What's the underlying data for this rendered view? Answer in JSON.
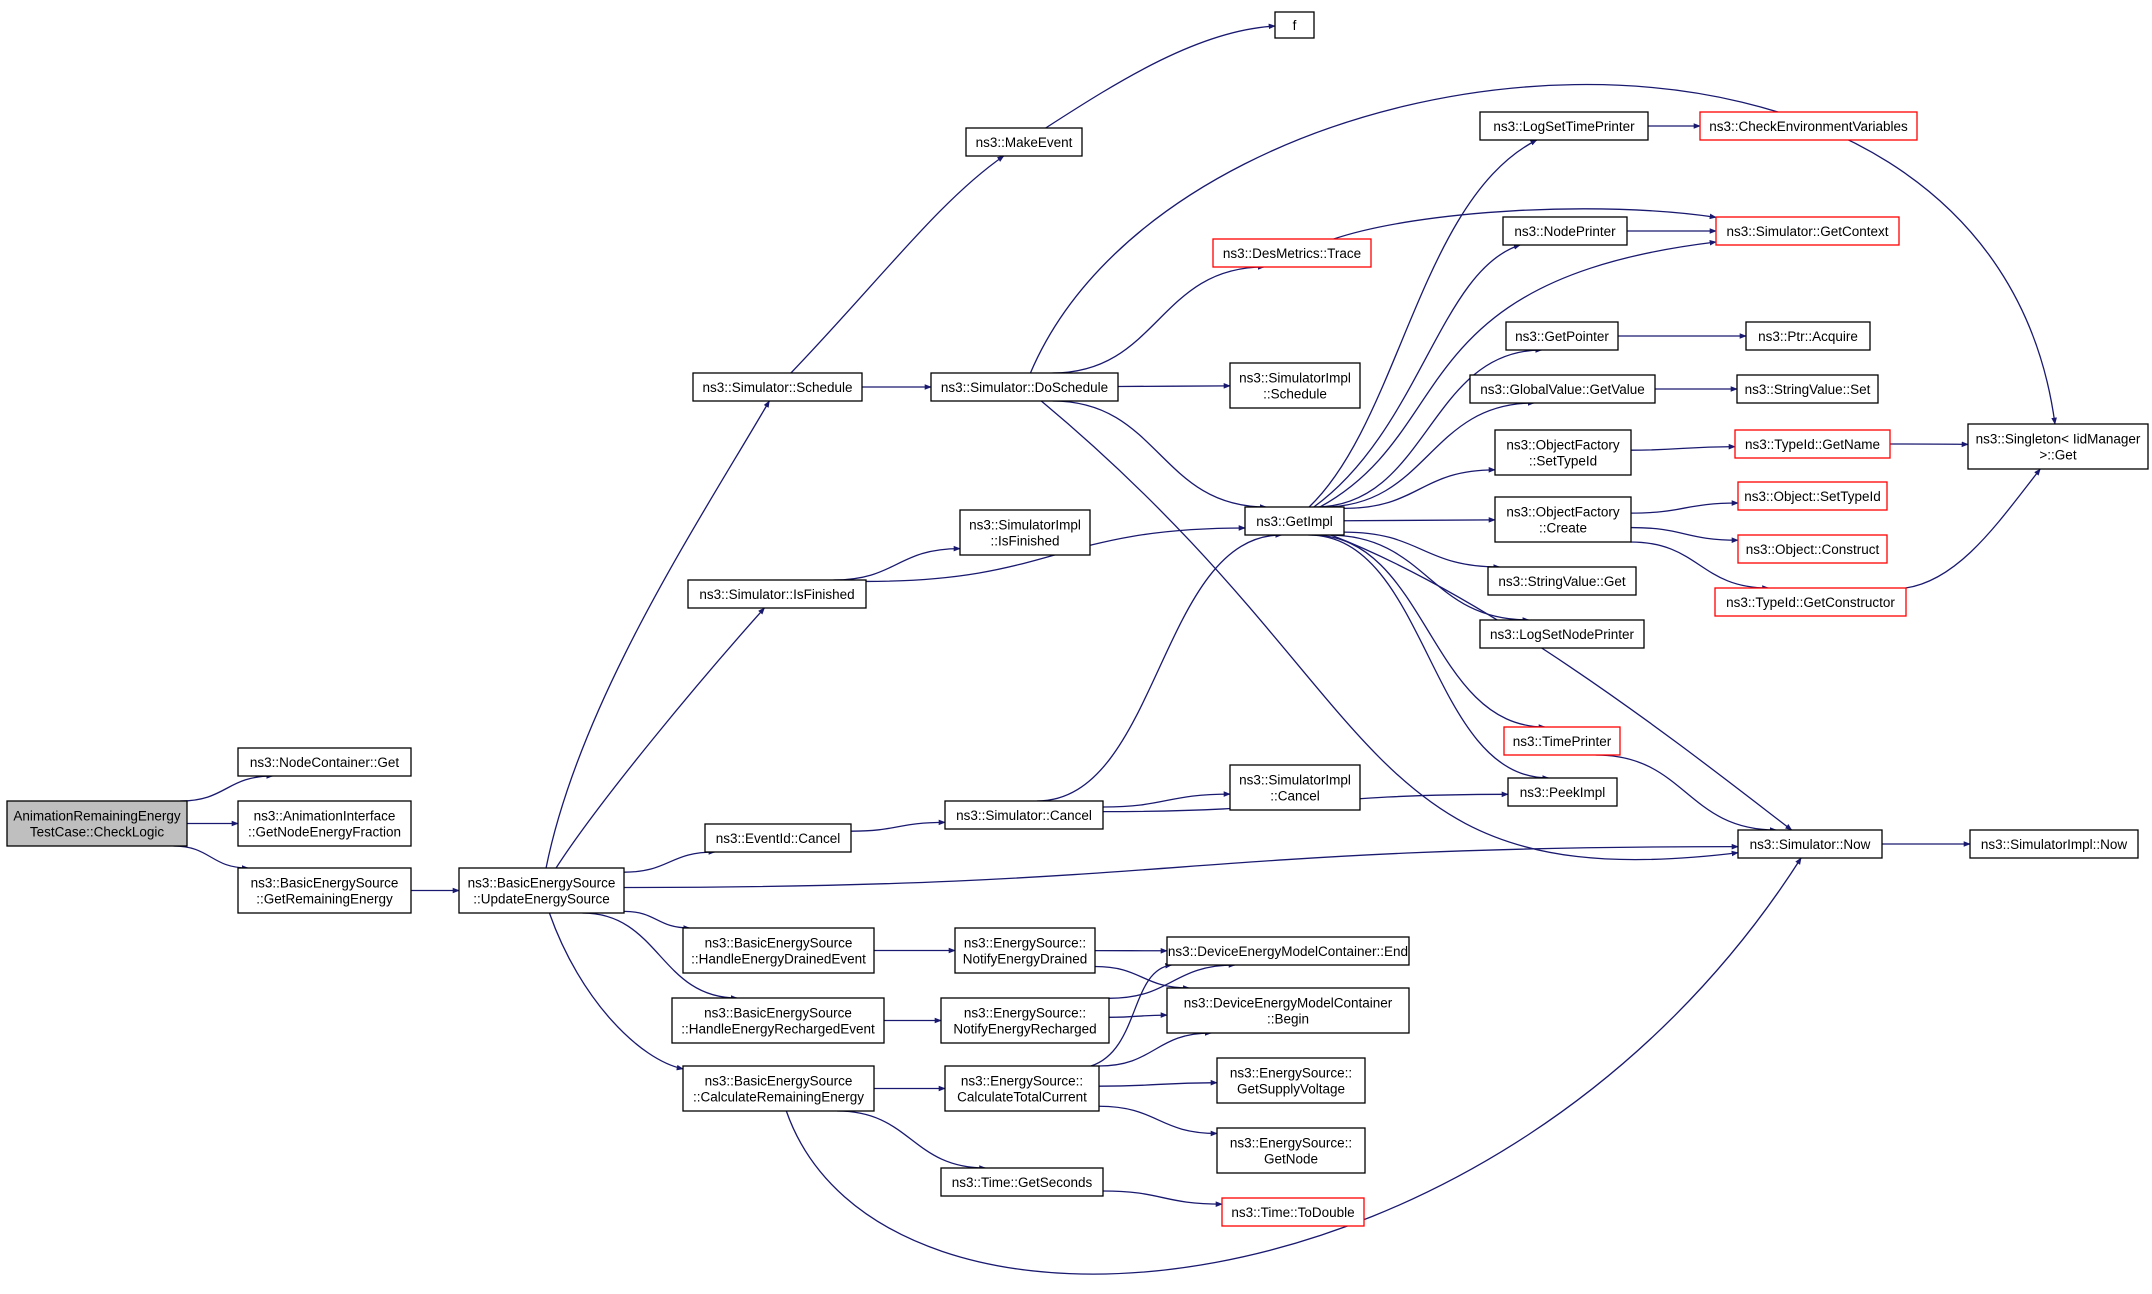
{
  "colors": {
    "edge": "#191970",
    "root_fill": "#bfbfbf",
    "node_fill": "#ffffff",
    "node_border": "#000000",
    "external_border": "#ff0000"
  },
  "nodes": [
    {
      "id": "root",
      "lines": [
        "AnimationRemainingEnergy",
        "TestCase::CheckLogic"
      ],
      "style": "root"
    },
    {
      "id": "nc_get",
      "lines": [
        "ns3::NodeContainer::Get"
      ]
    },
    {
      "id": "ai_gnef",
      "lines": [
        "ns3::AnimationInterface",
        "::GetNodeEnergyFraction"
      ]
    },
    {
      "id": "bes_gre",
      "lines": [
        "ns3::BasicEnergySource",
        "::GetRemainingEnergy"
      ]
    },
    {
      "id": "bes_ues",
      "lines": [
        "ns3::BasicEnergySource",
        "::UpdateEnergySource"
      ]
    },
    {
      "id": "sim_sched",
      "lines": [
        "ns3::Simulator::Schedule"
      ]
    },
    {
      "id": "sim_isfin",
      "lines": [
        "ns3::Simulator::IsFinished"
      ]
    },
    {
      "id": "evid_cancel",
      "lines": [
        "ns3::EventId::Cancel"
      ]
    },
    {
      "id": "bes_hedr",
      "lines": [
        "ns3::BasicEnergySource",
        "::HandleEnergyDrainedEvent"
      ]
    },
    {
      "id": "bes_herc",
      "lines": [
        "ns3::BasicEnergySource",
        "::HandleEnergyRechargedEvent"
      ]
    },
    {
      "id": "bes_cre",
      "lines": [
        "ns3::BasicEnergySource",
        "::CalculateRemainingEnergy"
      ]
    },
    {
      "id": "make_event",
      "lines": [
        "ns3::MakeEvent"
      ]
    },
    {
      "id": "f",
      "lines": [
        "f"
      ]
    },
    {
      "id": "sim_dosched",
      "lines": [
        "ns3::Simulator::DoSchedule"
      ]
    },
    {
      "id": "simimpl_isfin",
      "lines": [
        "ns3::SimulatorImpl",
        "::IsFinished"
      ]
    },
    {
      "id": "sim_cancel",
      "lines": [
        "ns3::Simulator::Cancel"
      ]
    },
    {
      "id": "es_ned",
      "lines": [
        "ns3::EnergySource::",
        "NotifyEnergyDrained"
      ]
    },
    {
      "id": "es_ner",
      "lines": [
        "ns3::EnergySource::",
        "NotifyEnergyRecharged"
      ]
    },
    {
      "id": "es_ctc",
      "lines": [
        "ns3::EnergySource::",
        "CalculateTotalCurrent"
      ]
    },
    {
      "id": "time_gs",
      "lines": [
        "ns3::Time::GetSeconds"
      ]
    },
    {
      "id": "desm_trace",
      "lines": [
        "ns3::DesMetrics::Trace"
      ],
      "style": "external"
    },
    {
      "id": "simimpl_sched",
      "lines": [
        "ns3::SimulatorImpl",
        "::Schedule"
      ]
    },
    {
      "id": "getimpl",
      "lines": [
        "ns3::GetImpl"
      ]
    },
    {
      "id": "simimpl_cancel",
      "lines": [
        "ns3::SimulatorImpl",
        "::Cancel"
      ]
    },
    {
      "id": "demc_end",
      "lines": [
        "ns3::DeviceEnergyModelContainer::End"
      ]
    },
    {
      "id": "demc_begin",
      "lines": [
        "ns3::DeviceEnergyModelContainer",
        "::Begin"
      ]
    },
    {
      "id": "es_gsv",
      "lines": [
        "ns3::EnergySource::",
        "GetSupplyVoltage"
      ]
    },
    {
      "id": "es_gn",
      "lines": [
        "ns3::EnergySource::",
        "GetNode"
      ]
    },
    {
      "id": "time_todouble",
      "lines": [
        "ns3::Time::ToDouble"
      ],
      "style": "external"
    },
    {
      "id": "lstp",
      "lines": [
        "ns3::LogSetTimePrinter"
      ]
    },
    {
      "id": "nodeprinter",
      "lines": [
        "ns3::NodePrinter"
      ]
    },
    {
      "id": "getpointer",
      "lines": [
        "ns3::GetPointer"
      ]
    },
    {
      "id": "gv_getvalue",
      "lines": [
        "ns3::GlobalValue::GetValue"
      ]
    },
    {
      "id": "of_settypeid",
      "lines": [
        "ns3::ObjectFactory",
        "::SetTypeId"
      ]
    },
    {
      "id": "of_create",
      "lines": [
        "ns3::ObjectFactory",
        "::Create"
      ]
    },
    {
      "id": "sv_get",
      "lines": [
        "ns3::StringValue::Get"
      ]
    },
    {
      "id": "lsnp",
      "lines": [
        "ns3::LogSetNodePrinter"
      ]
    },
    {
      "id": "timeprinter",
      "lines": [
        "ns3::TimePrinter"
      ],
      "style": "external"
    },
    {
      "id": "peekimpl",
      "lines": [
        "ns3::PeekImpl"
      ]
    },
    {
      "id": "cev",
      "lines": [
        "ns3::CheckEnvironmentVariables"
      ],
      "style": "external"
    },
    {
      "id": "sim_getctx",
      "lines": [
        "ns3::Simulator::GetContext"
      ],
      "style": "external"
    },
    {
      "id": "ptr_acquire",
      "lines": [
        "ns3::Ptr::Acquire"
      ]
    },
    {
      "id": "sv_set",
      "lines": [
        "ns3::StringValue::Set"
      ]
    },
    {
      "id": "typeid_getname",
      "lines": [
        "ns3::TypeId::GetName"
      ],
      "style": "external"
    },
    {
      "id": "obj_settypeid",
      "lines": [
        "ns3::Object::SetTypeId"
      ],
      "style": "external"
    },
    {
      "id": "obj_construct",
      "lines": [
        "ns3::Object::Construct"
      ],
      "style": "external"
    },
    {
      "id": "typeid_getctor",
      "lines": [
        "ns3::TypeId::GetConstructor"
      ],
      "style": "external"
    },
    {
      "id": "sim_now",
      "lines": [
        "ns3::Simulator::Now"
      ]
    },
    {
      "id": "singleton_get",
      "lines": [
        "ns3::Singleton< IidManager",
        ">::Get"
      ]
    },
    {
      "id": "simimpl_now",
      "lines": [
        "ns3::SimulatorImpl::Now"
      ]
    }
  ],
  "edges": [
    [
      "root",
      "nc_get"
    ],
    [
      "root",
      "ai_gnef"
    ],
    [
      "root",
      "bes_gre"
    ],
    [
      "bes_gre",
      "bes_ues"
    ],
    [
      "bes_ues",
      "sim_sched"
    ],
    [
      "bes_ues",
      "sim_isfin"
    ],
    [
      "bes_ues",
      "evid_cancel"
    ],
    [
      "bes_ues",
      "sim_now"
    ],
    [
      "bes_ues",
      "bes_hedr"
    ],
    [
      "bes_ues",
      "bes_herc"
    ],
    [
      "bes_ues",
      "bes_cre"
    ],
    [
      "sim_sched",
      "make_event"
    ],
    [
      "sim_sched",
      "sim_dosched"
    ],
    [
      "make_event",
      "f"
    ],
    [
      "sim_dosched",
      "desm_trace"
    ],
    [
      "sim_dosched",
      "simimpl_sched"
    ],
    [
      "sim_dosched",
      "getimpl"
    ],
    [
      "sim_dosched",
      "singleton_get"
    ],
    [
      "sim_dosched",
      "sim_now"
    ],
    [
      "sim_isfin",
      "simimpl_isfin"
    ],
    [
      "sim_isfin",
      "getimpl"
    ],
    [
      "evid_cancel",
      "sim_cancel"
    ],
    [
      "sim_cancel",
      "simimpl_cancel"
    ],
    [
      "sim_cancel",
      "getimpl"
    ],
    [
      "sim_cancel",
      "peekimpl"
    ],
    [
      "bes_hedr",
      "es_ned"
    ],
    [
      "es_ned",
      "demc_end"
    ],
    [
      "es_ned",
      "demc_begin"
    ],
    [
      "bes_herc",
      "es_ner"
    ],
    [
      "es_ner",
      "demc_end"
    ],
    [
      "es_ner",
      "demc_begin"
    ],
    [
      "bes_cre",
      "es_ctc"
    ],
    [
      "bes_cre",
      "time_gs"
    ],
    [
      "bes_cre",
      "sim_now"
    ],
    [
      "es_ctc",
      "demc_end"
    ],
    [
      "es_ctc",
      "demc_begin"
    ],
    [
      "es_ctc",
      "es_gsv"
    ],
    [
      "es_ctc",
      "es_gn"
    ],
    [
      "time_gs",
      "time_todouble"
    ],
    [
      "desm_trace",
      "sim_getctx"
    ],
    [
      "getimpl",
      "lstp"
    ],
    [
      "getimpl",
      "nodeprinter"
    ],
    [
      "getimpl",
      "sim_getctx"
    ],
    [
      "getimpl",
      "getpointer"
    ],
    [
      "getimpl",
      "gv_getvalue"
    ],
    [
      "getimpl",
      "of_settypeid"
    ],
    [
      "getimpl",
      "of_create"
    ],
    [
      "getimpl",
      "sv_get"
    ],
    [
      "getimpl",
      "lsnp"
    ],
    [
      "getimpl",
      "timeprinter"
    ],
    [
      "getimpl",
      "peekimpl"
    ],
    [
      "getimpl",
      "sim_now"
    ],
    [
      "lstp",
      "cev"
    ],
    [
      "nodeprinter",
      "sim_getctx"
    ],
    [
      "getpointer",
      "ptr_acquire"
    ],
    [
      "gv_getvalue",
      "sv_set"
    ],
    [
      "of_settypeid",
      "typeid_getname"
    ],
    [
      "of_create",
      "obj_settypeid"
    ],
    [
      "of_create",
      "obj_construct"
    ],
    [
      "of_create",
      "typeid_getctor"
    ],
    [
      "typeid_getname",
      "singleton_get"
    ],
    [
      "typeid_getctor",
      "singleton_get"
    ],
    [
      "timeprinter",
      "sim_now"
    ],
    [
      "sim_now",
      "simimpl_now"
    ]
  ]
}
